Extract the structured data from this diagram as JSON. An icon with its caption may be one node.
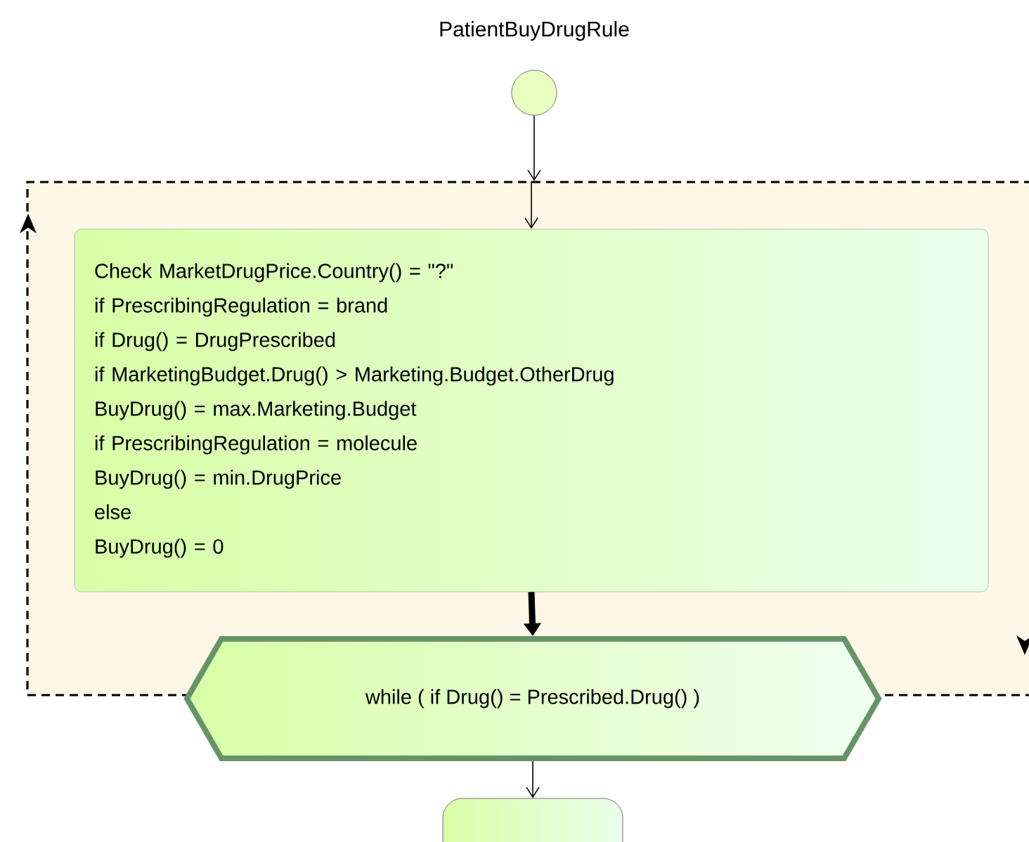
{
  "diagram": {
    "title": "PatientBuyDrugRule",
    "nodes": [
      {
        "text": [],
        "shape": "box"
      },
      {
        "text": [],
        "shape": "circle"
      },
      {
        "text": [
          "Check MarketDrugPrice.Country() = \"?\"",
          "if PrescribingRegulation = brand",
          "if Drug() = DrugPrescribed",
          "if MarketingBudget.Drug() > Marketing.Budget.OtherDrug",
          "BuyDrug() = max.Marketing.Budget",
          "if PrescribingRegulation = molecule",
          "BuyDrug() = min.DrugPrice",
          "else",
          "BuyDrug() = 0"
        ],
        "in": 0
      },
      {
        "text": [
          "while ( if Drug() = Prescribed.Drug() )"
        ]
      },
      {
        "text": [],
        "shape": "box"
      }
    ],
    "edges": [
      {
        "from": 1,
        "to": 0,
        "arrow": "to"
      },
      {
        "from": 0,
        "to": 2,
        "arrow": "to"
      },
      {
        "from": 2,
        "to": 3,
        "arrow": "to",
        "style": "thick"
      },
      {
        "from": 3,
        "to": 4,
        "arrow": "to"
      }
    ]
  }
}
